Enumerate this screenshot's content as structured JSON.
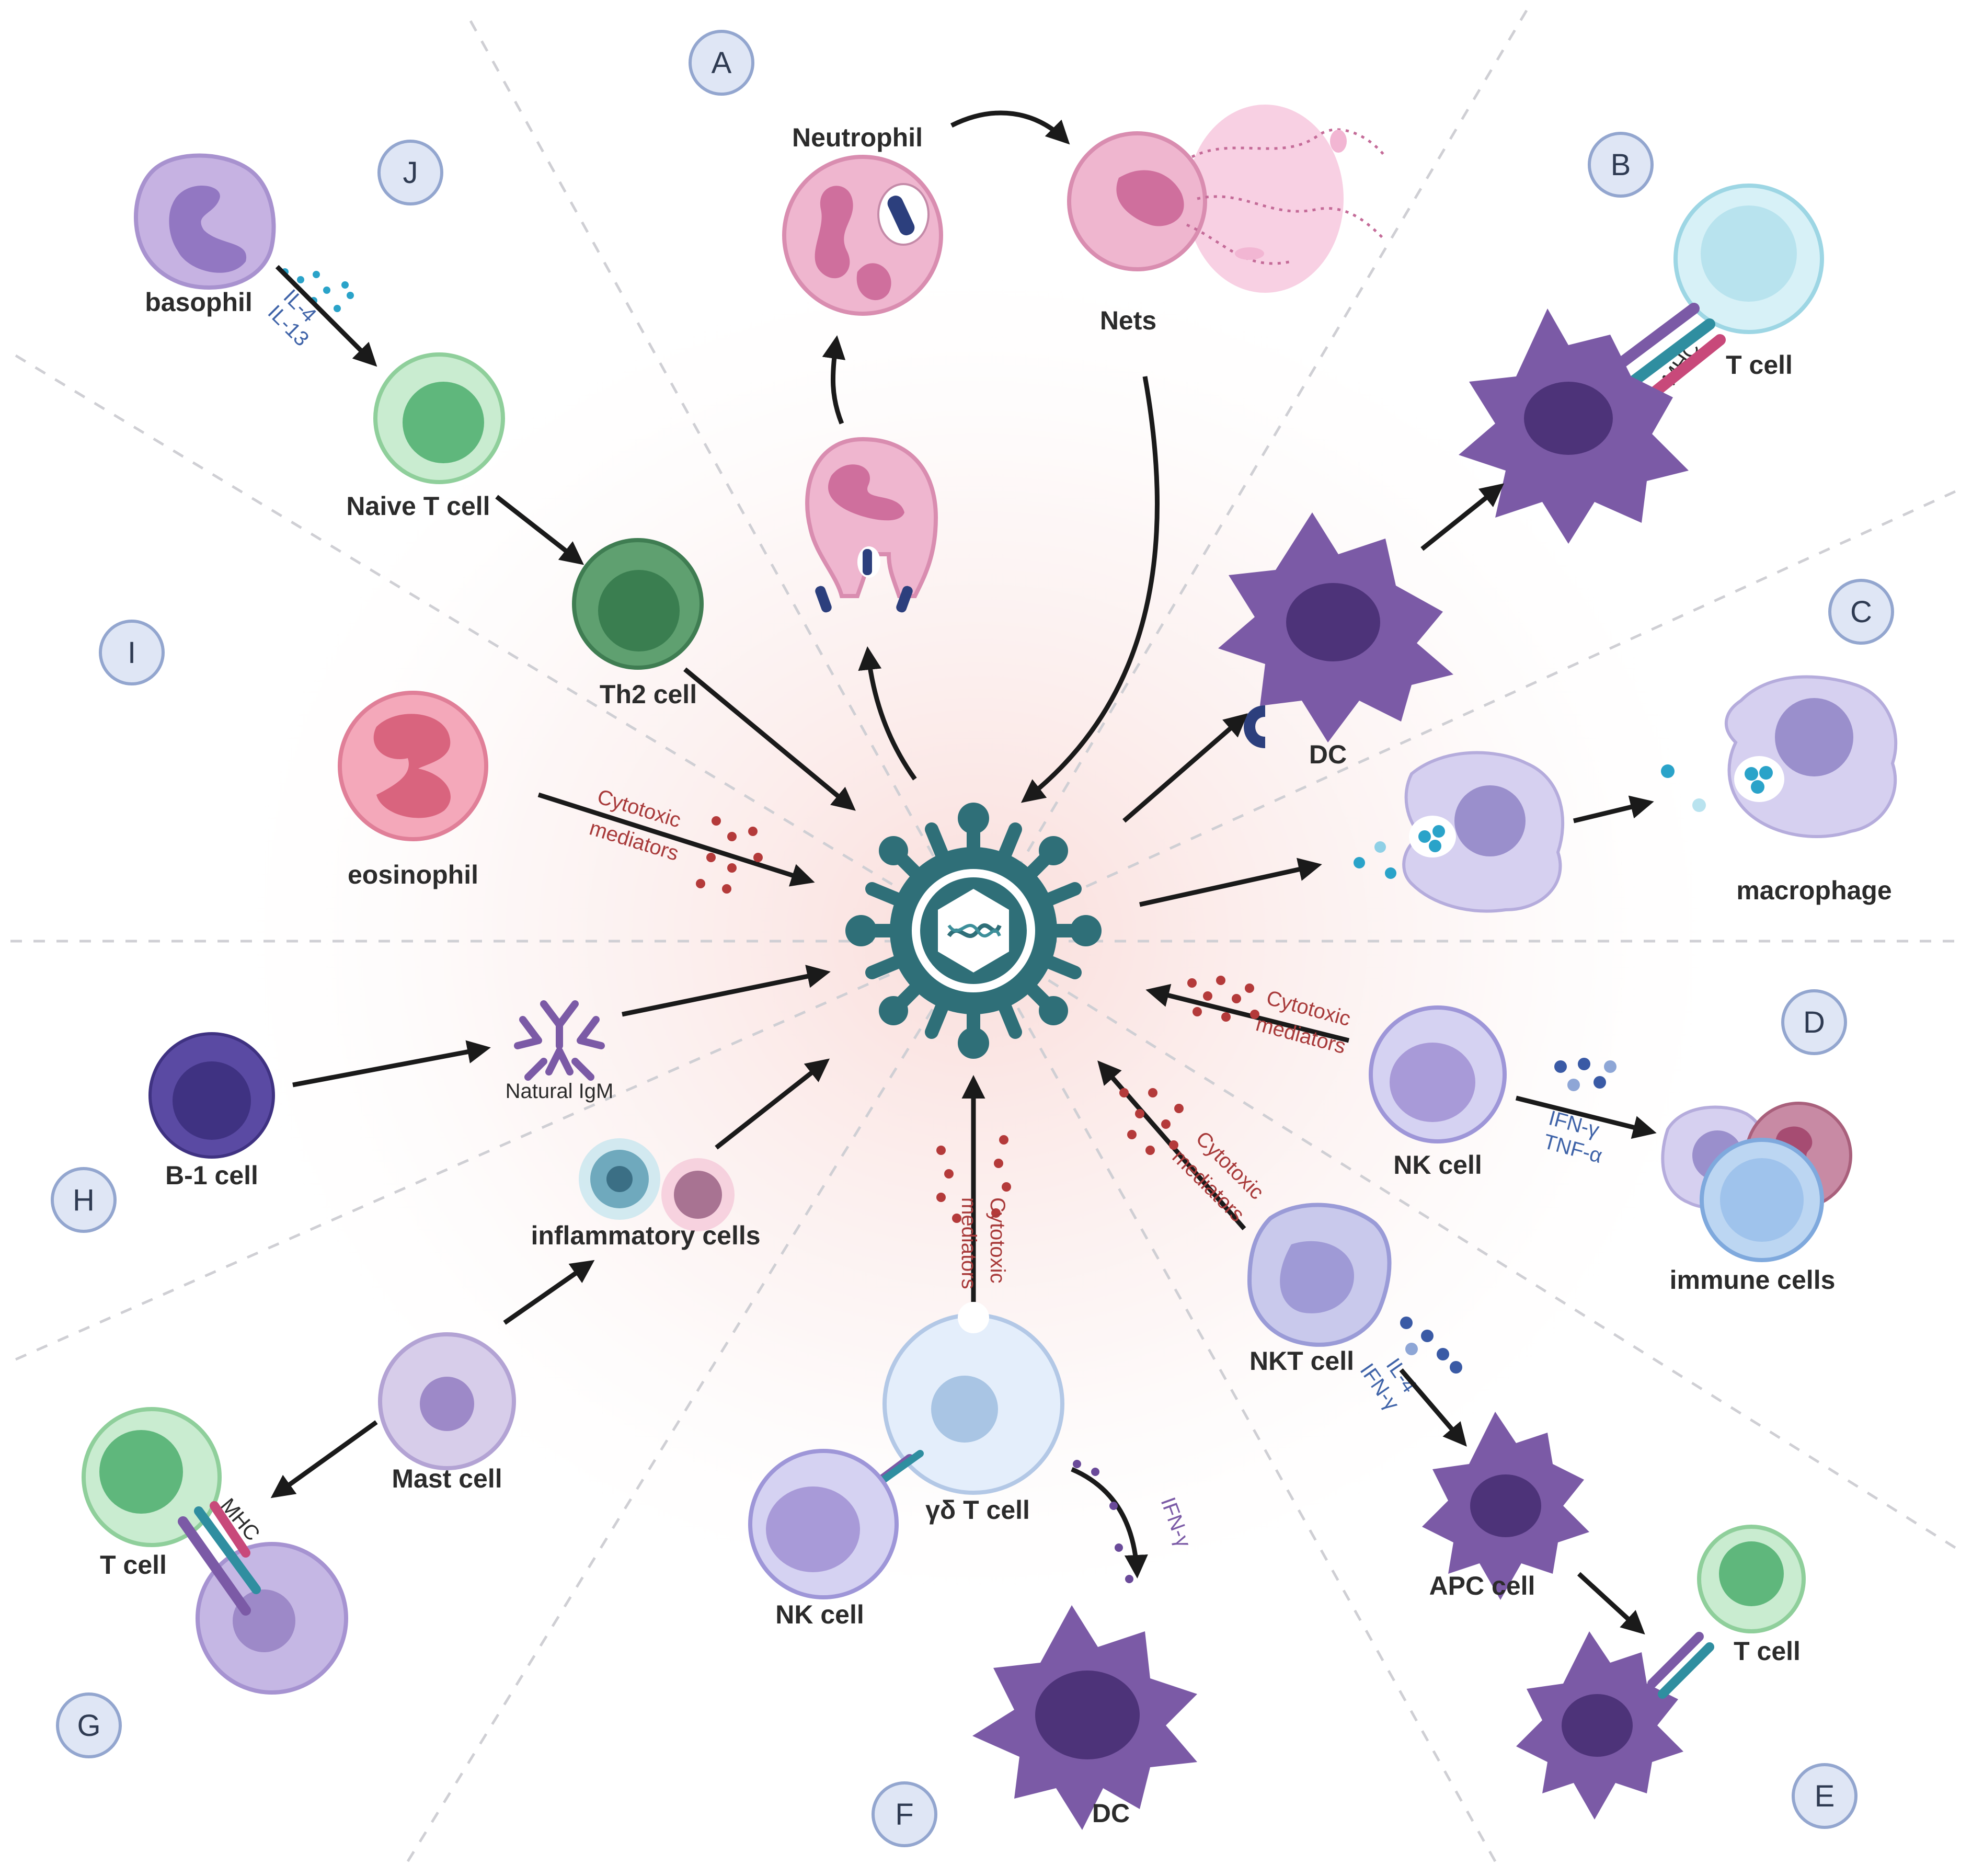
{
  "panels": [
    "A",
    "B",
    "C",
    "D",
    "E",
    "F",
    "G",
    "H",
    "I",
    "J"
  ],
  "labels": {
    "neutrophil": "Neutrophil",
    "nets": "Nets",
    "t_cell_b": "T cell",
    "mhc_b": "MHC",
    "dc_b": "DC",
    "macrophage": "macrophage",
    "nk_cell_d": "NK cell",
    "ifn_gamma_d": "IFN-γ",
    "tnf_alpha_d": "TNF-α",
    "immune_cells": "immune cells",
    "nkt_cell": "NKT cell",
    "il4_e": "IL-4",
    "ifn_gamma_e": "IFN-γ",
    "apc_cell": "APC cell",
    "t_cell_e": "T cell",
    "gd_t_cell": "γδ T cell",
    "nk_cell_f": "NK cell",
    "ifn_gamma_f": "IFN-γ",
    "dc_f": "DC",
    "mast_cell": "Mast cell",
    "t_cell_g": "T cell",
    "mhc_g": "MHC",
    "inflammatory_cells": "inflammatory cells",
    "b1_cell": "B-1 cell",
    "natural_igm": "Natural IgM",
    "eosinophil": "eosinophil",
    "th2_cell": "Th2 cell",
    "naive_t_cell": "Naive T cell",
    "basophil": "basophil",
    "il4_j": "IL-4",
    "il13_j": "IL-13",
    "cytotoxic_1": "Cytotoxic",
    "mediators_1": "mediators"
  },
  "colors": {
    "virus": "#2f6f78",
    "arrow": "#1a1a1a",
    "mediator_text": "#a83a3a",
    "cytokine_text": "#3f63a8",
    "panel_circle": "#dfe6f5",
    "panel_stroke": "#93a6cf"
  }
}
